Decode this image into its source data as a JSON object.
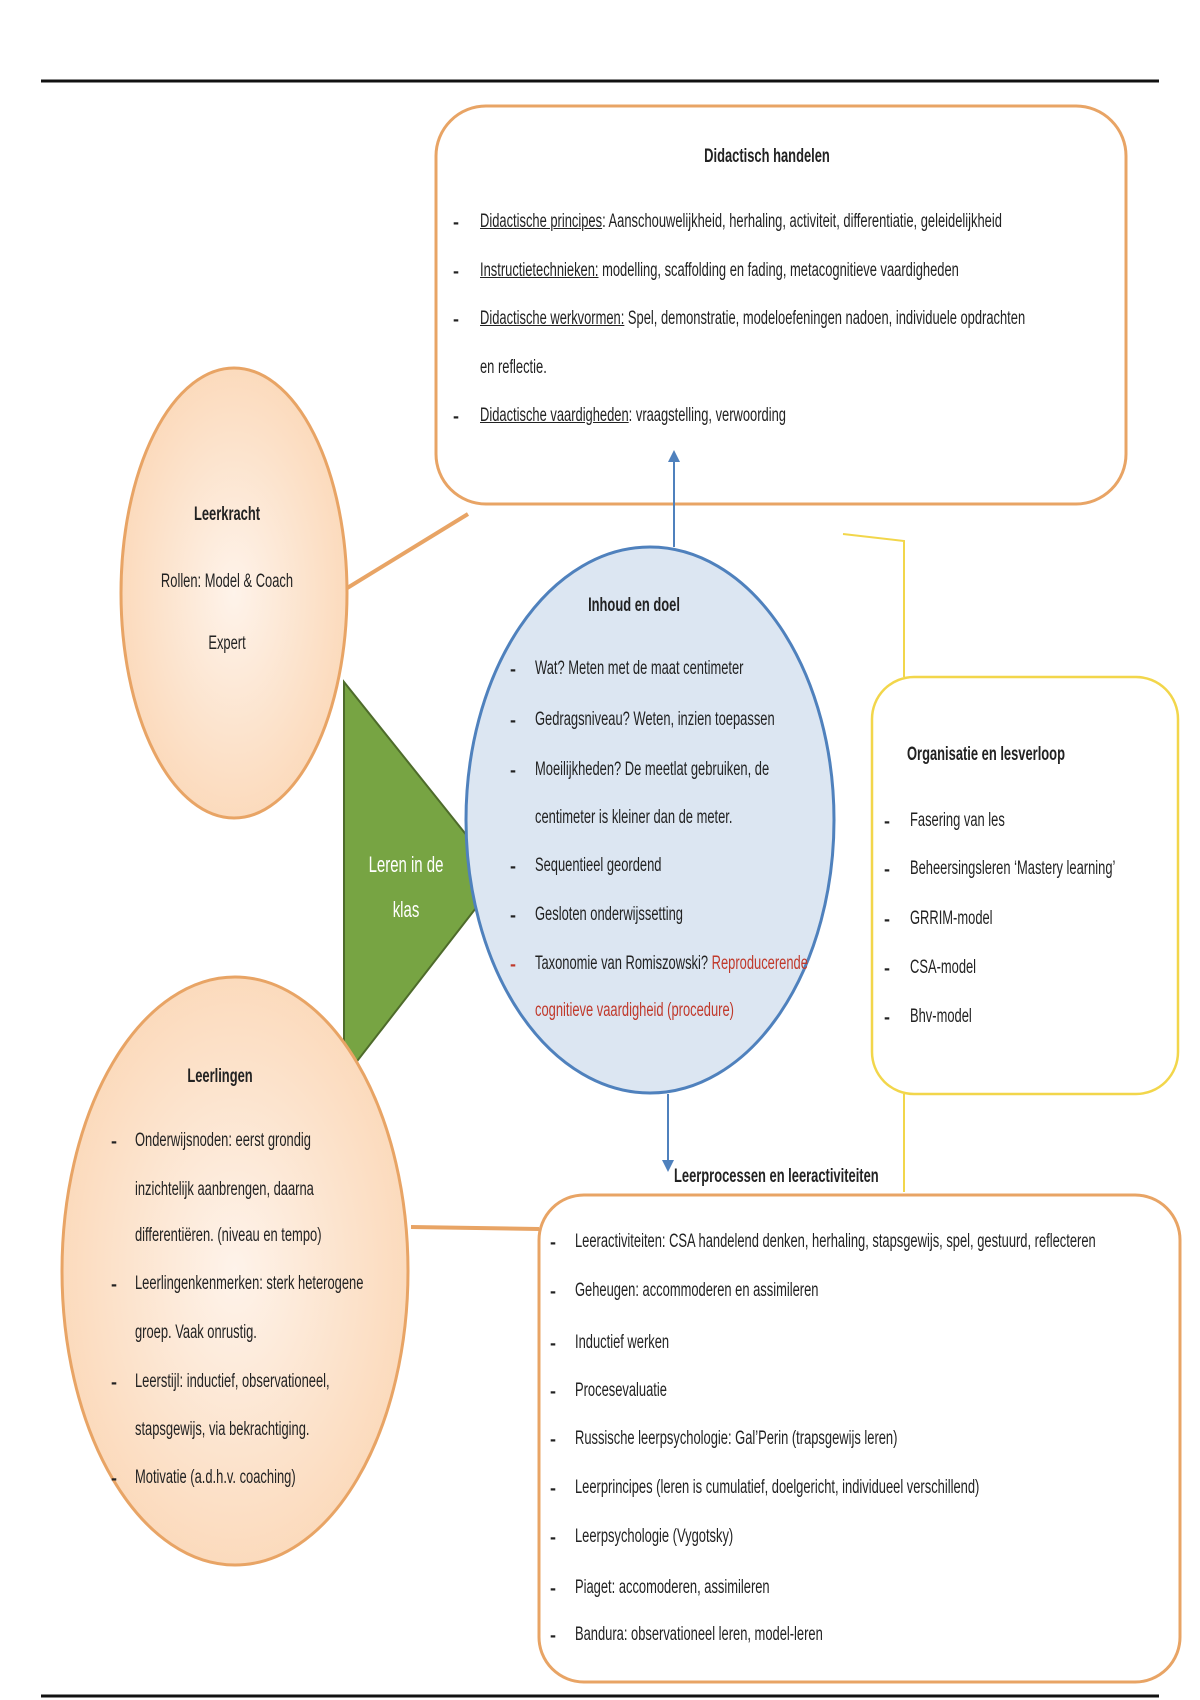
{
  "didactisch": {
    "title": "Didactisch handelen",
    "items": [
      {
        "label": "Didactische principes",
        "text": ": Aanschouwelijkheid, herhaling, activiteit, differentiatie, geleidelijkheid"
      },
      {
        "label": "Instructietechnieken:",
        "text": " modelling, scaffolding en fading, metacognitieve vaardigheden"
      },
      {
        "label": "Didactische werkvormen:",
        "text": " Spel, demonstratie, modeloefeningen nadoen, individuele opdrachten",
        "cont": "en reflectie."
      },
      {
        "label": "Didactische vaardigheden",
        "text": ": vraagstelling, verwoording"
      }
    ]
  },
  "leerkracht": {
    "title": "Leerkracht",
    "lines": [
      "Rollen: Model & Coach",
      "Expert"
    ]
  },
  "triangle": {
    "lines": [
      "Leren in de",
      "klas"
    ]
  },
  "inhoud": {
    "title": "Inhoud en doel",
    "lines": [
      "Wat? Meten met de maat centimeter",
      "Gedragsniveau? Weten, inzien toepassen",
      "Moeilijkheden? De meetlat gebruiken, de",
      "centimeter is kleiner dan de meter.",
      "Sequentieel geordend",
      "Gesloten onderwijssetting"
    ],
    "taxonomy": {
      "label": "Taxonomie van Romiszowski? ",
      "highlight": "Reproducerende",
      "cont": "cognitieve vaardigheid (procedure)"
    }
  },
  "organisatie": {
    "title": "Organisatie en lesverloop",
    "items": [
      "Fasering van les",
      "Beheersingsleren ‘Mastery learning’",
      "GRRIM-model",
      "CSA-model",
      "Bhv-model"
    ]
  },
  "leerlingen": {
    "title": "Leerlingen",
    "lines": [
      "Onderwijsnoden: eerst grondig",
      "inzichtelijk aanbrengen, daarna",
      "differentiëren. (niveau en tempo)",
      "Leerlingenkenmerken: sterk heterogene",
      "groep. Vaak onrustig.",
      "Leerstijl: inductief, observationeel,",
      "stapsgewijs, via bekrachtiging.",
      "Motivatie (a.d.h.v. coaching)"
    ]
  },
  "leerprocessen": {
    "title": "Leerprocessen en leeractiviteiten",
    "items": [
      "Leeractiviteiten: CSA handelend denken, herhaling, stapsgewijs, spel, gestuurd, reflecteren",
      "Geheugen: accommoderen en assimileren",
      "Inductief werken",
      "Procesevaluatie",
      "Russische leerpsychologie: Gal’Perin (trapsgewijs leren)",
      "Leerprincipes (leren is cumulatief, doelgericht, individueel verschillend)",
      "Leerpsychologie (Vygotsky)",
      "Piaget: accomoderen, assimileren",
      "Bandura: observationeel leren, model-leren"
    ]
  },
  "colors": {
    "orange": "#e8a465",
    "peach": "#fde3cc",
    "blue": "#4f81bd",
    "lightblue": "#dce6f2",
    "green": "#77a443",
    "yellow": "#f2d64b",
    "red": "#c0392b"
  }
}
